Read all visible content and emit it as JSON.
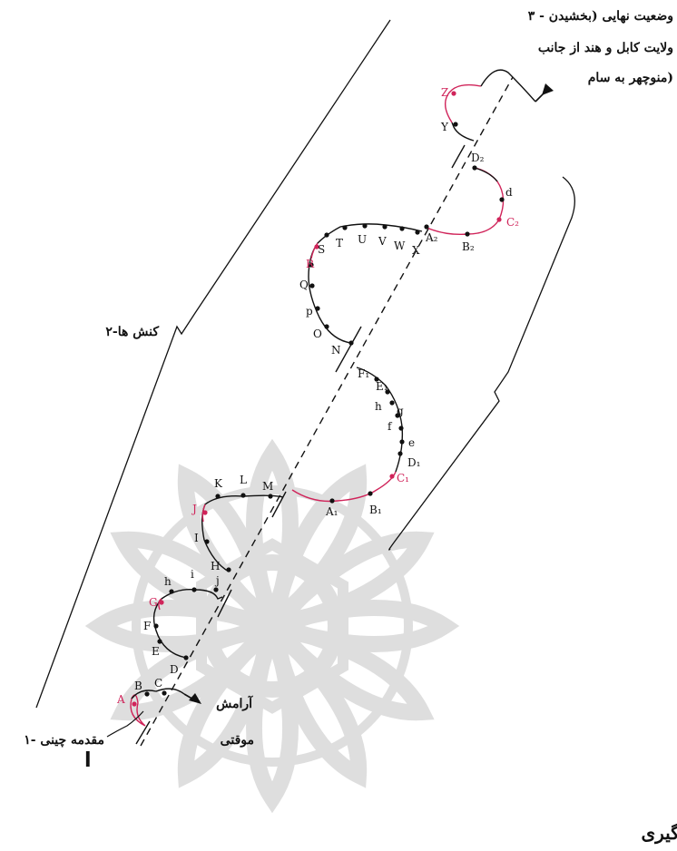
{
  "captions": {
    "final_line1": "۳ - وضعیت نهایی (بخشیدن",
    "final_line2": "ولایت کابل و هند از جانب",
    "final_line3": "منوچهر به سام)",
    "actions": "۲-کنش ها",
    "temporary_calm_line1": "آرامش",
    "temporary_calm_line2": "موقتی",
    "introduction": "۱- مقدمه چینی",
    "intro_marker": "l",
    "bottom_partial": "نتیجه‌گیری"
  },
  "point_labels": [
    {
      "id": "A",
      "text": "A",
      "color": "#d0245a"
    },
    {
      "id": "B",
      "text": "B",
      "color": "#111111"
    },
    {
      "id": "C",
      "text": "C",
      "color": "#111111"
    },
    {
      "id": "D",
      "text": "D",
      "color": "#111111"
    },
    {
      "id": "E",
      "text": "E",
      "color": "#111111"
    },
    {
      "id": "F",
      "text": "F",
      "color": "#111111"
    },
    {
      "id": "G",
      "text": "G",
      "color": "#d0245a"
    },
    {
      "id": "h",
      "text": "h",
      "color": "#111111"
    },
    {
      "id": "i",
      "text": "i",
      "color": "#111111"
    },
    {
      "id": "j",
      "text": "j",
      "color": "#111111"
    },
    {
      "id": "H",
      "text": "H",
      "color": "#111111"
    },
    {
      "id": "I",
      "text": "I",
      "color": "#111111"
    },
    {
      "id": "J",
      "text": "J",
      "color": "#d0245a"
    },
    {
      "id": "K",
      "text": "K",
      "color": "#111111"
    },
    {
      "id": "L",
      "text": "L",
      "color": "#111111"
    },
    {
      "id": "M",
      "text": "M",
      "color": "#111111"
    },
    {
      "id": "A1",
      "text": "A₁",
      "color": "#111111"
    },
    {
      "id": "B1",
      "text": "B₁",
      "color": "#111111"
    },
    {
      "id": "C1",
      "text": "C₁",
      "color": "#d0245a"
    },
    {
      "id": "D1",
      "text": "D₁",
      "color": "#111111"
    },
    {
      "id": "e",
      "text": "e",
      "color": "#111111"
    },
    {
      "id": "f",
      "text": "f",
      "color": "#111111"
    },
    {
      "id": "g",
      "text": "g",
      "color": "#111111"
    },
    {
      "id": "h1",
      "text": "h",
      "color": "#111111"
    },
    {
      "id": "E1",
      "text": "E₁",
      "color": "#111111"
    },
    {
      "id": "F1",
      "text": "F₁",
      "color": "#111111"
    },
    {
      "id": "N",
      "text": "N",
      "color": "#111111"
    },
    {
      "id": "O",
      "text": "O",
      "color": "#111111"
    },
    {
      "id": "p",
      "text": "p",
      "color": "#111111"
    },
    {
      "id": "Q",
      "text": "Q",
      "color": "#111111"
    },
    {
      "id": "R",
      "text": "R",
      "color": "#d0245a"
    },
    {
      "id": "S",
      "text": "S",
      "color": "#111111"
    },
    {
      "id": "T",
      "text": "T",
      "color": "#111111"
    },
    {
      "id": "U",
      "text": "U",
      "color": "#111111"
    },
    {
      "id": "V",
      "text": "V",
      "color": "#111111"
    },
    {
      "id": "W",
      "text": "W",
      "color": "#111111"
    },
    {
      "id": "X",
      "text": "X",
      "color": "#111111"
    },
    {
      "id": "A2",
      "text": "A₂",
      "color": "#111111"
    },
    {
      "id": "B2",
      "text": "B₂",
      "color": "#111111"
    },
    {
      "id": "C2",
      "text": "C₂",
      "color": "#d0245a"
    },
    {
      "id": "d",
      "text": "d",
      "color": "#111111"
    },
    {
      "id": "D2",
      "text": "D₂",
      "color": "#111111"
    },
    {
      "id": "Y",
      "text": "Y",
      "color": "#111111"
    },
    {
      "id": "Z",
      "text": "Z",
      "color": "#d0245a"
    }
  ],
  "colors": {
    "accent": "#d0245a",
    "ink": "#111111",
    "watermark": "#d9d9d9"
  }
}
